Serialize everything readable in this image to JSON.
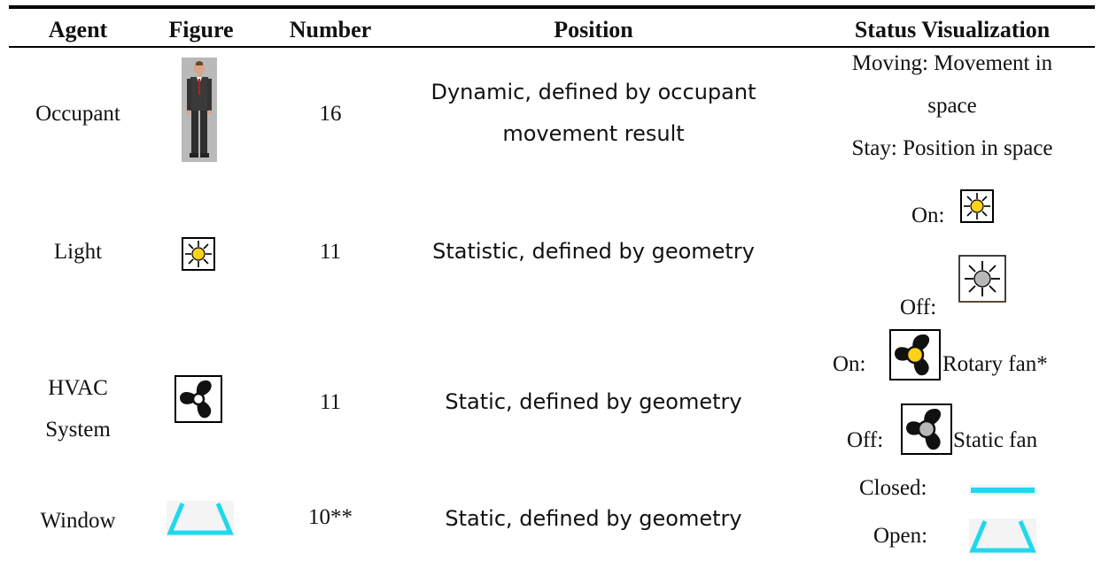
{
  "table": {
    "headers": [
      "Agent",
      "Figure",
      "Number",
      "Position",
      "Status Visualization"
    ],
    "rows": [
      {
        "agent": "Occupant",
        "figure_icon": "person-figure-icon",
        "number": "16",
        "position_lines": [
          "Dynamic, defined by occupant",
          "movement result"
        ],
        "status_lines": [
          "Moving: Movement in",
          "space",
          "Stay: Position in space"
        ]
      },
      {
        "agent": "Light",
        "figure_icon": "light-bulb-sun-icon",
        "number": "11",
        "position": "Statistic, defined by geometry",
        "status_on_label": "On:",
        "status_on_icon": "light-on-icon",
        "status_off_label": "Off:",
        "status_off_icon": "light-off-icon"
      },
      {
        "agent_lines": [
          "HVAC",
          "System"
        ],
        "figure_icon": "fan-icon",
        "number": "11",
        "position": "Static, defined by geometry",
        "status_on_label": "On:",
        "status_on_text": "Rotary fan*",
        "status_on_icon": "fan-on-icon",
        "status_off_label": "Off:",
        "status_off_text": "Static fan",
        "status_off_icon": "fan-off-icon"
      },
      {
        "agent": "Window",
        "figure_icon": "window-open-icon",
        "number": "10**",
        "position": "Static, defined by geometry",
        "status_closed_label": "Closed:",
        "status_closed_icon": "window-closed-icon",
        "status_open_label": "Open:",
        "status_open_icon": "window-open-icon"
      }
    ]
  },
  "colors": {
    "window_cyan": "#1fd8ee",
    "light_on_yellow": "#ffd21a",
    "light_off_gray": "#b8b8b8",
    "fan_black": "#111111",
    "suit_gray": "#3a3a3a",
    "tie_red": "#c01818"
  }
}
